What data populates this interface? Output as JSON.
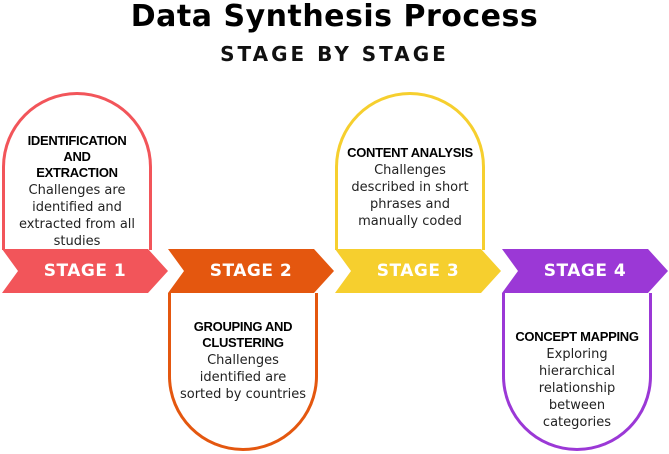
{
  "title": "Data Synthesis Process",
  "subtitle": "STAGE BY STAGE",
  "colors": {
    "stage1": "#F2555A",
    "stage2": "#E4570F",
    "stage3": "#F6CF2E",
    "stage4": "#9B38D6"
  },
  "stages": [
    {
      "label": "STAGE 1",
      "heading_line1": "IDENTIFICATION AND",
      "heading_line2": "EXTRACTION",
      "description": "Challenges are identified and extracted from all studies"
    },
    {
      "label": "STAGE 2",
      "heading_line1": "GROUPING AND",
      "heading_line2": "CLUSTERING",
      "description": "Challenges identified are sorted by countries"
    },
    {
      "label": "STAGE 3",
      "heading_line1": "CONTENT ANALYSIS",
      "heading_line2": "",
      "description": "Challenges described in short phrases and manually coded"
    },
    {
      "label": "STAGE 4",
      "heading_line1": "CONCEPT MAPPING",
      "heading_line2": "",
      "description": "Exploring hierarchical relationship between categories"
    }
  ]
}
